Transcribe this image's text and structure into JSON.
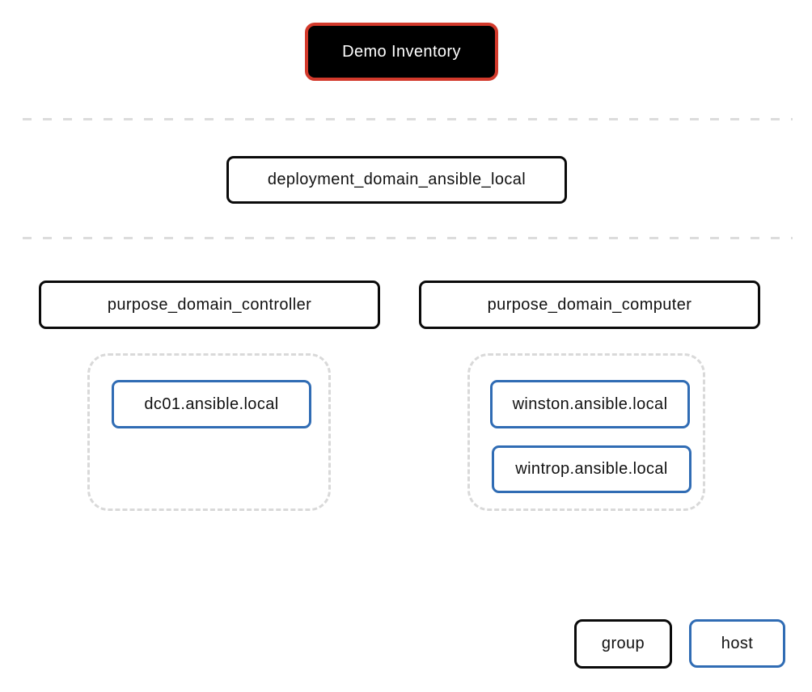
{
  "inventory": {
    "label": "Demo Inventory"
  },
  "deployment_group": {
    "label": "deployment_domain_ansible_local"
  },
  "purpose_groups": {
    "controller": {
      "label": "purpose_domain_controller",
      "hosts": [
        "dc01.ansible.local"
      ]
    },
    "computer": {
      "label": "purpose_domain_computer",
      "hosts": [
        "winston.ansible.local",
        "wintrop.ansible.local"
      ]
    }
  },
  "legend": {
    "group": "group",
    "host": "host"
  },
  "colors": {
    "inventory_border": "#d33a2c",
    "inventory_fill": "#000000",
    "inventory_text": "#ffffff",
    "group_border": "#0a0a0a",
    "host_border": "#306cb4",
    "separator": "#dcdcdc",
    "container_border": "#d9d9d9",
    "text": "#111111"
  }
}
